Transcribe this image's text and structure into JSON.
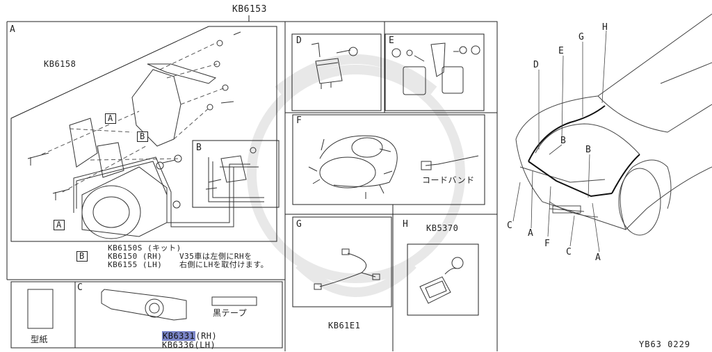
{
  "header": {
    "main_part": "KB6153"
  },
  "panel_a": {
    "section": "A",
    "part_bracket": "KB6158",
    "callout_a": "A",
    "callout_b": "B",
    "callout_a2": "A",
    "callout_b2": "B",
    "kit_line1": "KB6150S (キット)",
    "kit_line2": "KB6150 (RH)",
    "kit_line3": "KB6155 (LH)",
    "note_line1": "V35車は左側にRHを",
    "note_line2": "右側にLHを取付けます。"
  },
  "panel_b_inset": {
    "section": "B"
  },
  "panel_paper": {
    "label": "型紙"
  },
  "panel_c": {
    "section": "C",
    "tape_label": "黒テープ",
    "part_rh": "KB6331",
    "part_rh_suffix": "(RH)",
    "part_lh": "KB6336(LH)"
  },
  "panel_d": {
    "section": "D"
  },
  "panel_e": {
    "section": "E"
  },
  "panel_f": {
    "section": "F",
    "band_label": "コードバンド"
  },
  "panel_g": {
    "section": "G",
    "part": "KB61E1"
  },
  "panel_h": {
    "section": "H",
    "part": "KB5370"
  },
  "car": {
    "labels_top": [
      "D",
      "E",
      "G",
      "H"
    ],
    "label_b1": "B",
    "label_b2": "B",
    "labels_bottom": [
      "C",
      "A",
      "F",
      "C",
      "A"
    ]
  },
  "footer": {
    "code": "YB63 0229"
  }
}
